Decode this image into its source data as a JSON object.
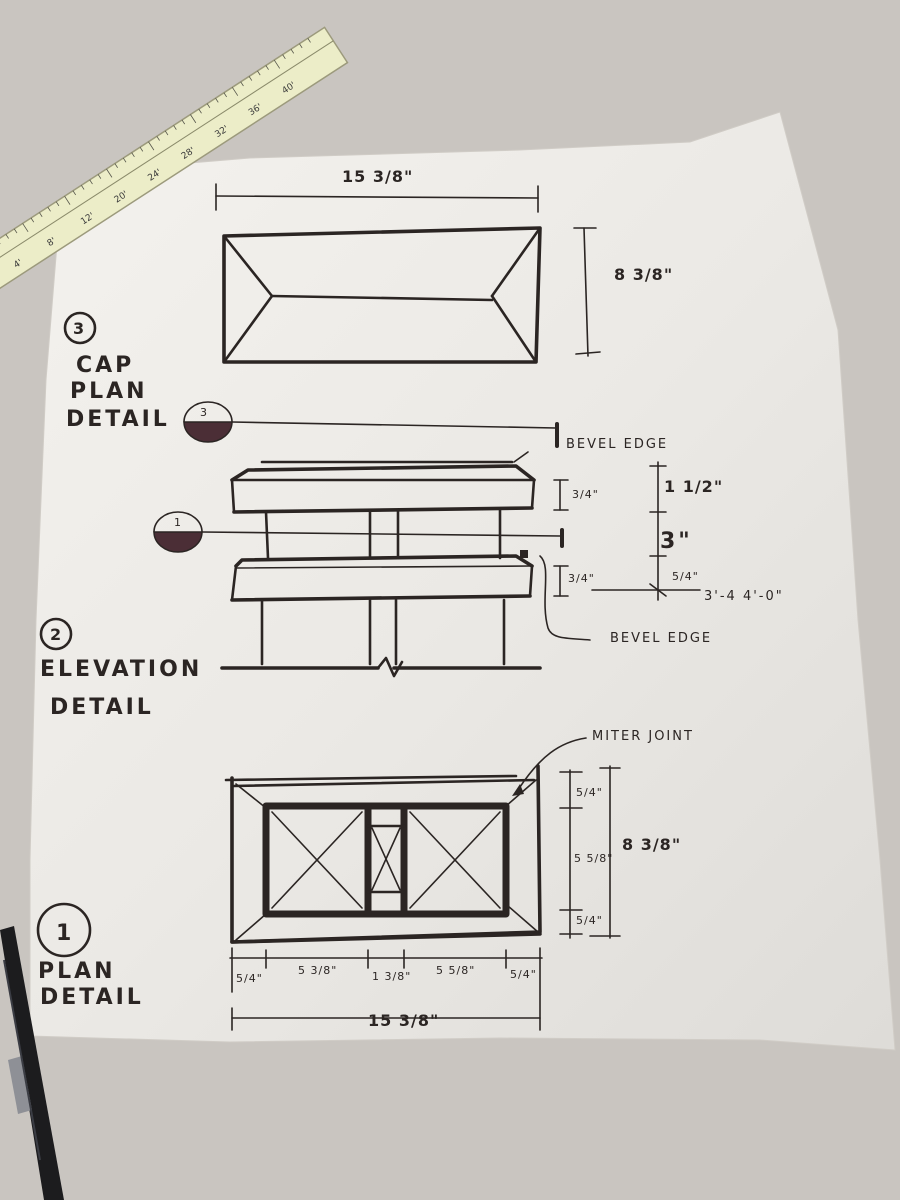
{
  "cap_plan": {
    "number": "3",
    "title_lines": [
      "CAP",
      "PLAN",
      "DETAIL"
    ],
    "width_label": "15 3/8\"",
    "height_label": "8 3/8\""
  },
  "elevation": {
    "number": "2",
    "title_lines": [
      "ELEVATION",
      "DETAIL"
    ],
    "section_marker_top": "3",
    "section_marker_mid": "1",
    "bevel_edge_top": "BEVEL EDGE",
    "bevel_edge_bottom": "BEVEL EDGE",
    "cap_thickness": "3/4\"",
    "rail_thickness": "3/4\"",
    "dim_upper": "1 1/2\"",
    "dim_middle": "3\"",
    "dim_lower": "5/4\"",
    "floor_label": "3'-4 4'-0\""
  },
  "plan": {
    "number": "1",
    "title_lines": [
      "PLAN",
      "DETAIL"
    ],
    "miter_joint": "MITER JOINT",
    "height_label": "8 3/8\"",
    "right_dims": [
      "5/4\"",
      "5 5/8\"",
      "5/4\""
    ],
    "bottom_dims": [
      "5/4\"",
      "5 3/8\"",
      "1 3/8\"",
      "5 5/8\"",
      "5/4\""
    ],
    "width_label": "15 3/8\""
  },
  "ruler": {
    "labels": [
      "4'",
      "8'",
      "12'",
      "20'",
      "24'",
      "28'",
      "32'",
      "36'",
      "40'"
    ]
  }
}
